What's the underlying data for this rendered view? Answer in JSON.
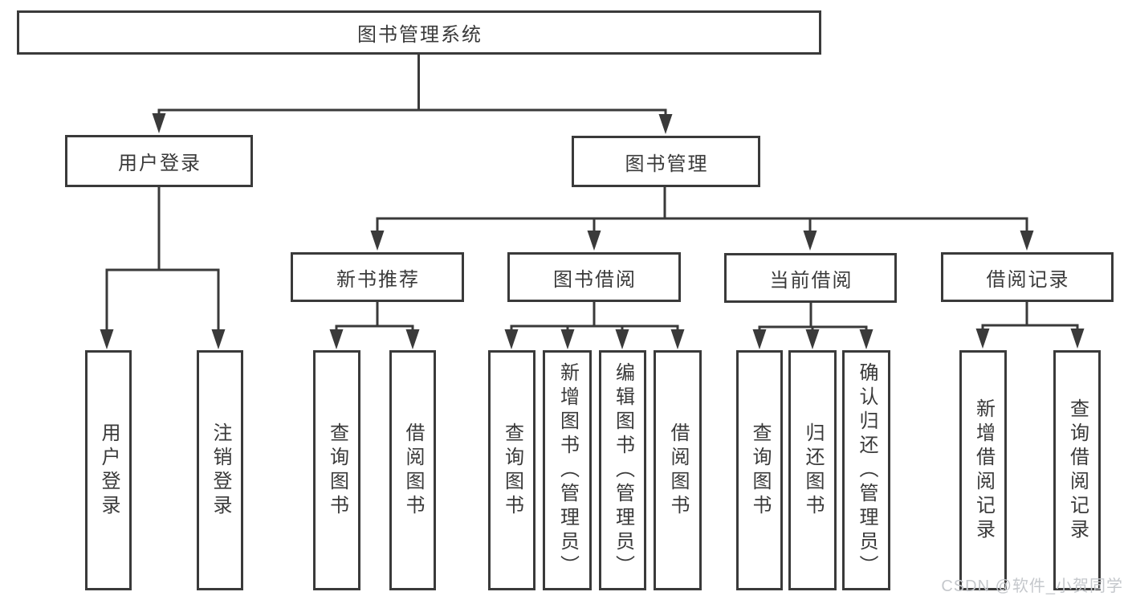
{
  "diagram": {
    "root": {
      "label": "图书管理系统"
    },
    "branches": [
      {
        "label": "用户登录",
        "children": [
          {
            "label": "用户登录"
          },
          {
            "label": "注销登录"
          }
        ]
      },
      {
        "label": "图书管理",
        "children": [
          {
            "label": "新书推荐",
            "children": [
              {
                "label": "查询图书"
              },
              {
                "label": "借阅图书"
              }
            ]
          },
          {
            "label": "图书借阅",
            "children": [
              {
                "label": "查询图书"
              },
              {
                "label": "新增图书（管理员）"
              },
              {
                "label": "编辑图书（管理员）"
              },
              {
                "label": "借阅图书"
              }
            ]
          },
          {
            "label": "当前借阅",
            "children": [
              {
                "label": "查询图书"
              },
              {
                "label": "归还图书"
              },
              {
                "label": "确认归还（管理员）"
              }
            ]
          },
          {
            "label": "借阅记录",
            "children": [
              {
                "label": "新增借阅记录"
              },
              {
                "label": "查询借阅记录"
              }
            ]
          }
        ]
      }
    ]
  },
  "watermark": {
    "text": "CSDN @软件_小贺同学"
  },
  "colors": {
    "line": "#3a3a3a",
    "box_border": "#3a3a3a",
    "text": "#3a3a3a",
    "background": "#ffffff",
    "watermark": "#c5c8cc"
  }
}
